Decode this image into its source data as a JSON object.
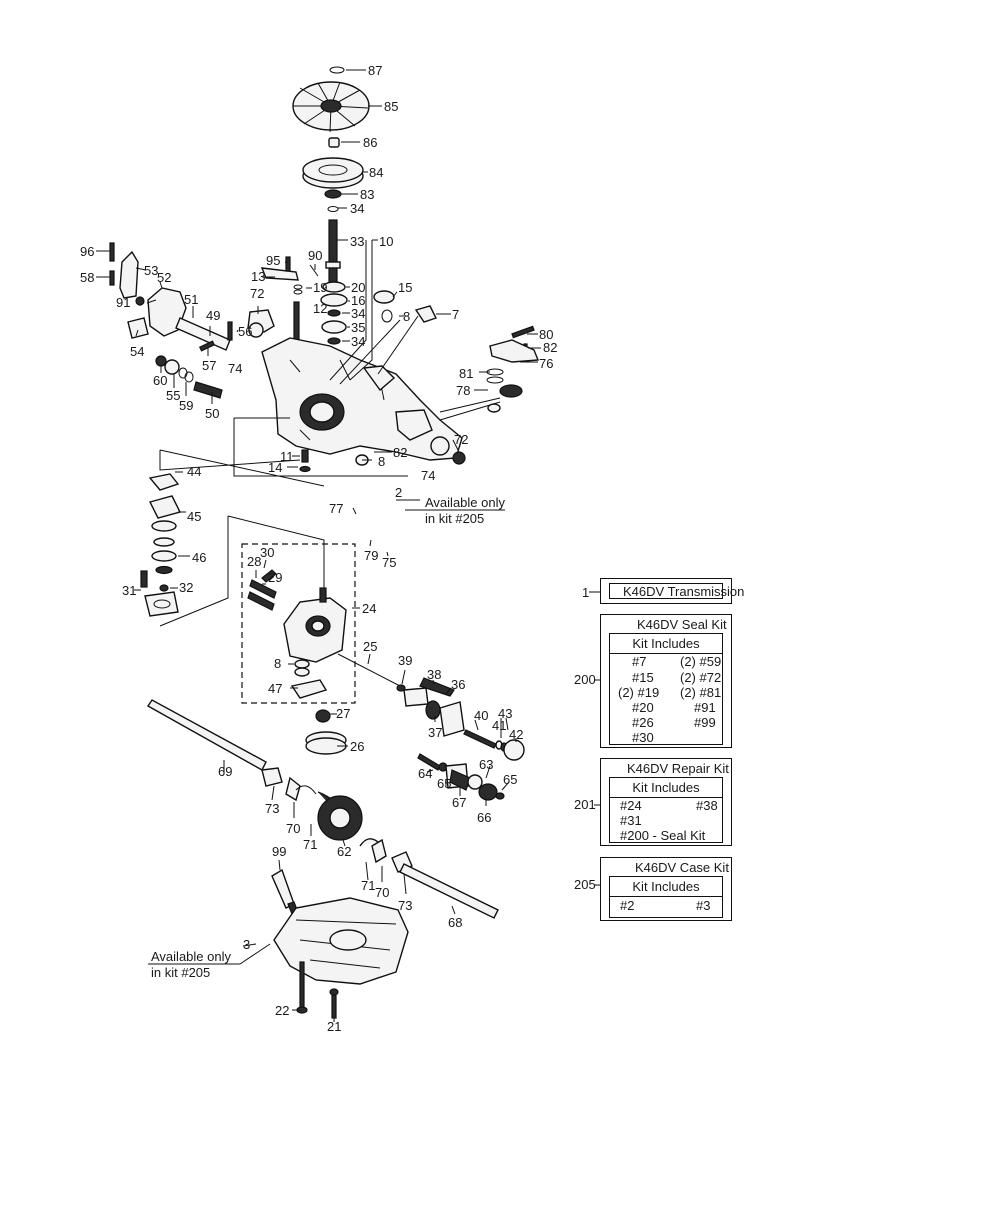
{
  "callouts": [
    "87",
    "85",
    "86",
    "84",
    "83",
    "34",
    "33",
    "10",
    "96",
    "58",
    "53",
    "52",
    "91",
    "95",
    "13",
    "90",
    "19",
    "20",
    "16",
    "34",
    "35",
    "34",
    "15",
    "8",
    "7",
    "72",
    "51",
    "49",
    "56",
    "57",
    "74",
    "12",
    "54",
    "60",
    "55",
    "59",
    "50",
    "80",
    "82",
    "81",
    "76",
    "78",
    "72",
    "11",
    "14",
    "82",
    "8",
    "74",
    "2",
    "44",
    "45",
    "46",
    "31",
    "32",
    "77",
    "79",
    "75",
    "30",
    "28",
    "29",
    "24",
    "25",
    "8",
    "47",
    "39",
    "38",
    "36",
    "37",
    "40",
    "41",
    "43",
    "42",
    "27",
    "26",
    "69",
    "64",
    "65",
    "63",
    "65",
    "67",
    "66",
    "73",
    "70",
    "71",
    "62",
    "99",
    "71",
    "70",
    "73",
    "68",
    "3",
    "22",
    "21"
  ],
  "notes": {
    "available_only_1a": "Available only",
    "available_only_1b": "in kit #205",
    "available_only_2a": "Available only",
    "available_only_2b": "in kit #205"
  },
  "kits": {
    "transmission": {
      "number": "1",
      "title": "K46DV Transmission"
    },
    "seal": {
      "number": "200",
      "title": "K46DV Seal Kit",
      "includes_label": "Kit Includes",
      "left": [
        "#7",
        "#15",
        "(2) #19",
        "#20",
        "#26",
        "#30"
      ],
      "right": [
        "(2) #59",
        "(2) #72",
        "(2) #81",
        "#91",
        "#99"
      ]
    },
    "repair": {
      "number": "201",
      "title": "K46DV Repair Kit",
      "includes_label": "Kit Includes",
      "left": [
        "#24",
        "#31",
        "#200 - Seal Kit"
      ],
      "right": [
        "#38"
      ]
    },
    "case": {
      "number": "205",
      "title": "K46DV Case Kit",
      "includes_label": "Kit Includes",
      "left": [
        "#2"
      ],
      "right": [
        "#3"
      ]
    }
  }
}
